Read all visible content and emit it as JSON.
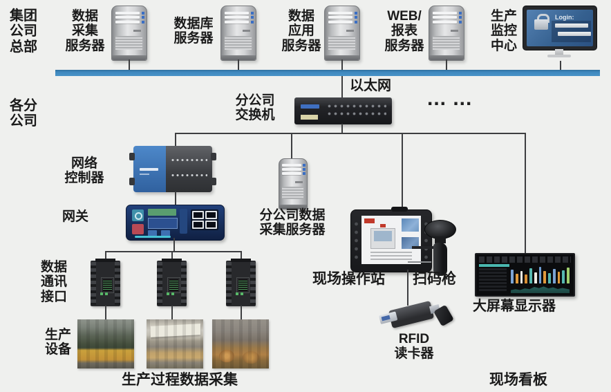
{
  "colors": {
    "background": "#eff0ee",
    "ethernet_bar": "#3d87bd",
    "connector_line": "#3d3e40",
    "text": "#1a1a1a"
  },
  "headquarters": {
    "section_label": "集团\n公司\n总部",
    "servers": [
      {
        "label": "数据\n采集\n服务器"
      },
      {
        "label": "数据库\n服务器"
      },
      {
        "label": "数据\n应用\n服务器"
      },
      {
        "label": "WEB/\n报表\n服务器"
      }
    ],
    "monitor": {
      "label": "生产\n监控\n中心",
      "screen_text": "Login:"
    }
  },
  "network": {
    "ethernet_label": "以太网",
    "ellipsis": "... ..."
  },
  "branch": {
    "section_label": "各分\n公司",
    "switch_label": "分公司\n交换机",
    "controller_label": "网络\n控制器",
    "gateway_label": "网关",
    "server_label": "分公司数据\n采集服务器",
    "interface_label": "数据\n通讯\n接口",
    "equipment_label": "生产\n设备"
  },
  "field": {
    "station_label": "现场操作站",
    "scanner_label": "扫码枪",
    "rfid_label": "RFID\n读卡器",
    "bigscreen_label": "大屏幕显示器"
  },
  "captions": {
    "process": "生产过程数据采集",
    "kanban": "现场看板"
  },
  "dashboard": {
    "bars": [
      {
        "h": 20,
        "c": "#7ba3d4"
      },
      {
        "h": 14,
        "c": "#e09a3c"
      },
      {
        "h": 18,
        "c": "#efece4"
      },
      {
        "h": 13,
        "c": "#d98f35"
      },
      {
        "h": 22,
        "c": "#56b8b0"
      },
      {
        "h": 16,
        "c": "#efece4"
      },
      {
        "h": 24,
        "c": "#6f9fd4"
      },
      {
        "h": 18,
        "c": "#e09a3c"
      },
      {
        "h": 15,
        "c": "#56b8b0"
      },
      {
        "h": 21,
        "c": "#7ba3d4"
      },
      {
        "h": 17,
        "c": "#e09a3c"
      },
      {
        "h": 19,
        "c": "#56b8b0"
      },
      {
        "h": 23,
        "c": "#9fcf6e"
      }
    ]
  }
}
